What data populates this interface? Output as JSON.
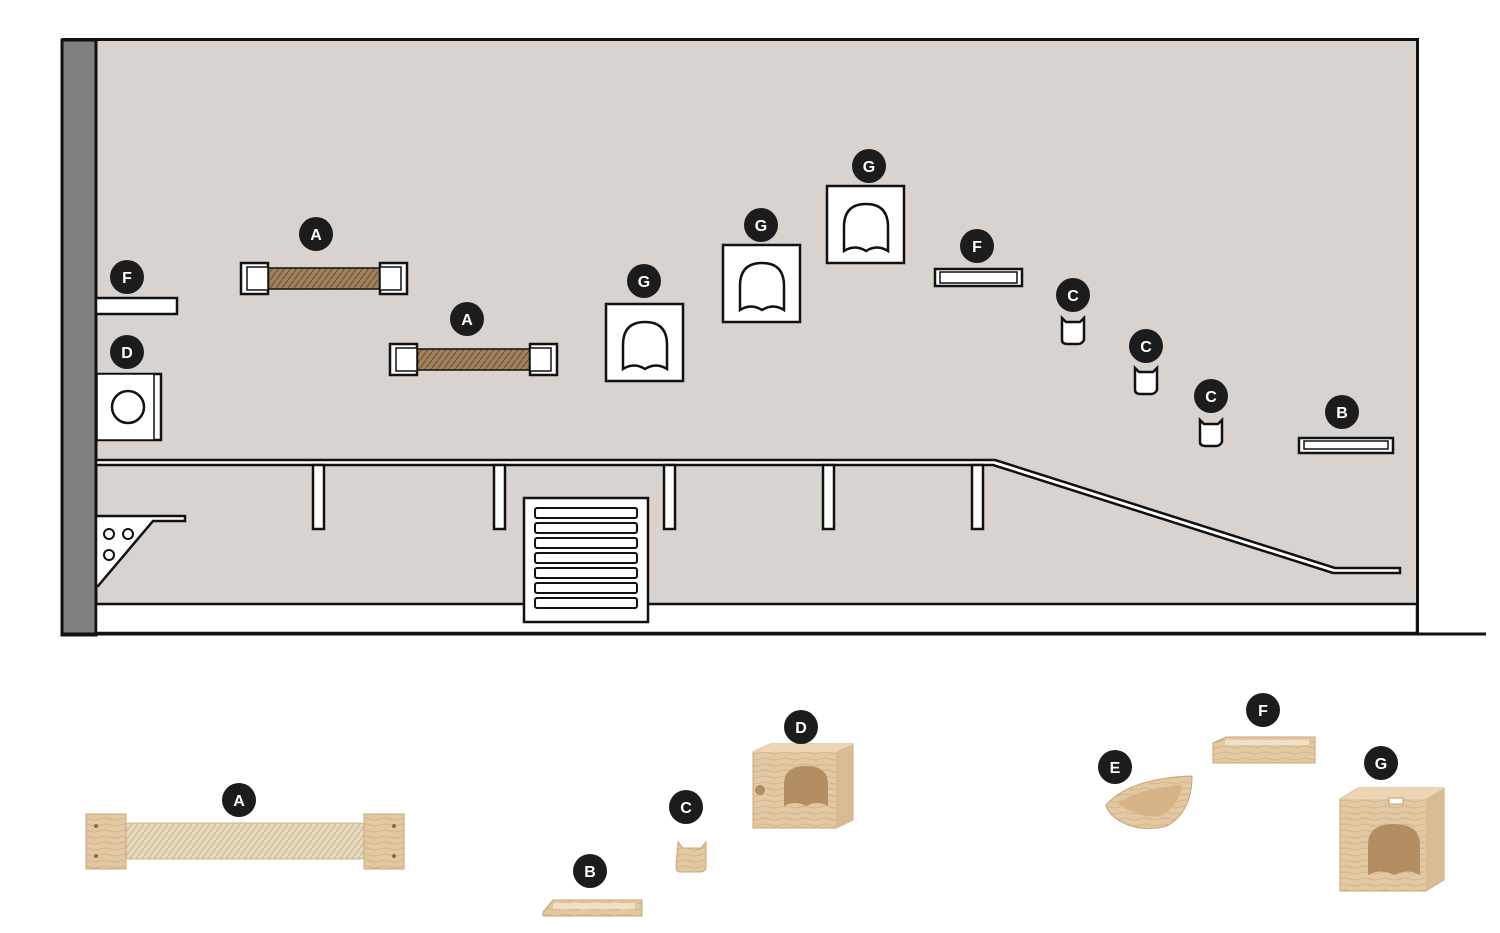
{
  "colors": {
    "wall": "#d9d3cf",
    "baseboard_wall": "#808080",
    "outline": "#111111",
    "badge": "#1c1c1c",
    "sisal": "#9a7a55",
    "wood": "#e2c9a4"
  },
  "wall_labels": {
    "f1": "F",
    "d1": "D",
    "a1": "A",
    "a2": "A",
    "g1": "G",
    "g2": "G",
    "g3": "G",
    "f2": "F",
    "c1": "C",
    "c2": "C",
    "c3": "C",
    "b1": "B"
  },
  "product_labels": {
    "a": "A",
    "b": "B",
    "c": "C",
    "d": "D",
    "e": "E",
    "f": "F",
    "g": "G"
  }
}
